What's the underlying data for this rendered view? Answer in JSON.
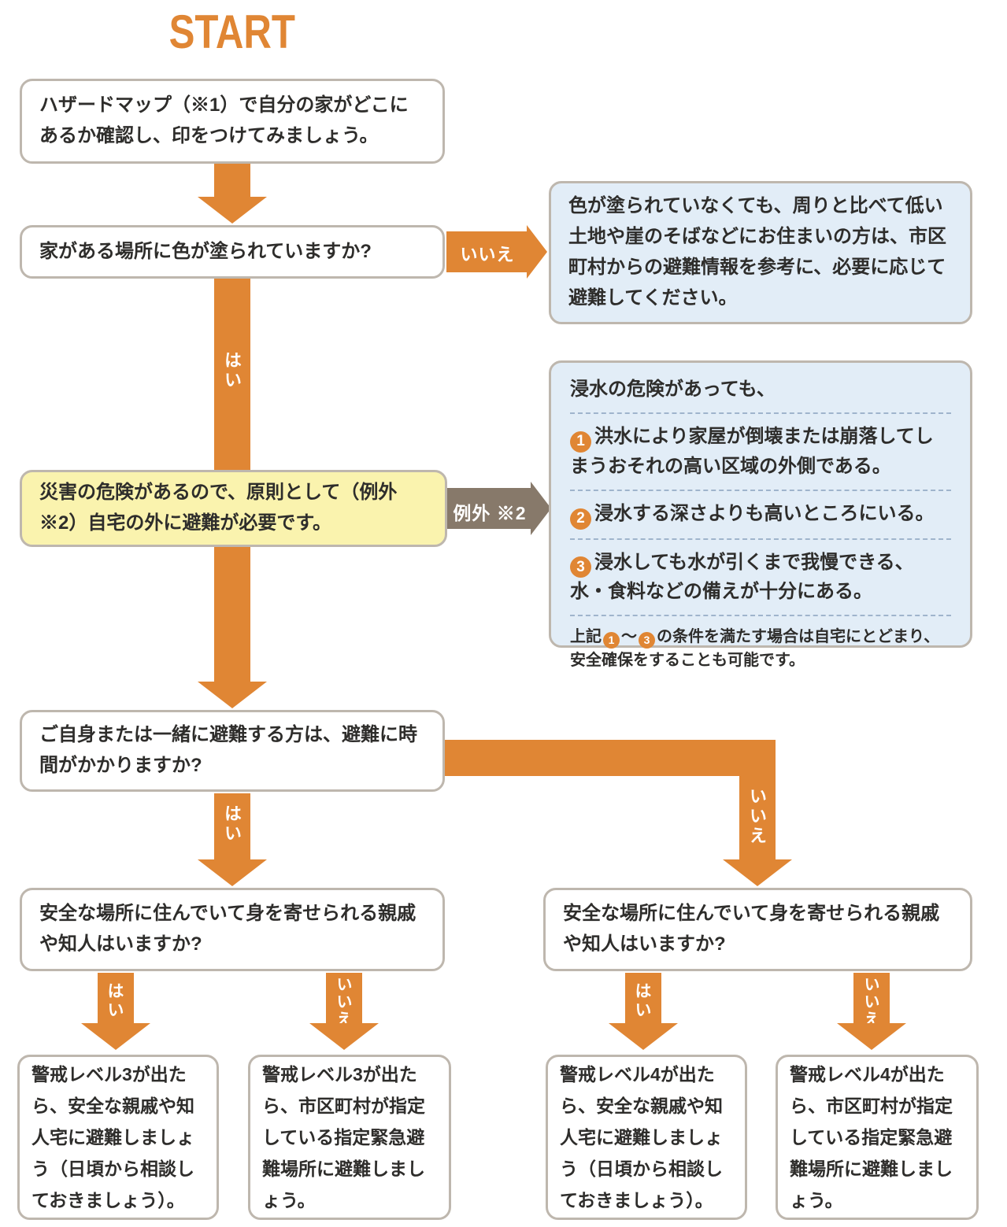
{
  "title": "START",
  "colors": {
    "arrow_orange": "#e08634",
    "exception_taupe": "#87796a",
    "info_blue_bg": "#e2edf7",
    "warning_yellow_bg": "#faf3ae",
    "box_border_gray": "#beb7ae",
    "text_dark": "#2e2d2b"
  },
  "connectors": {
    "yes": "はい",
    "no": "いいえ",
    "exception": "例外 ※2"
  },
  "nodes": {
    "step1": "ハザードマップ（※1）で自分の家がどこにあるか確認し、印をつけてみましょう。",
    "q_color": "家がある場所に色が塗られていますか?",
    "info_no_color": "色が塗られていなくても、周りと比べて低い土地や崖のそばなどにお住まいの方は、市区町村からの避難情報を参考に、必要に応じて避難してください。",
    "warning": "災害の危険があるので、原則として（例外※2）自宅の外に避難が必要です。",
    "q_time": "ご自身または一緒に避難する方は、避難に時間がかかりますか?",
    "q_relatives_left": "安全な場所に住んでいて身を寄せられる親戚や知人はいますか?",
    "q_relatives_right": "安全な場所に住んでいて身を寄せられる親戚や知人はいますか?"
  },
  "exception_box": {
    "intro": "浸水の危険があっても、",
    "items": [
      {
        "num": "1",
        "text": "洪水により家屋が倒壊または崩落してしまうおそれの高い区域の外側である。"
      },
      {
        "num": "2",
        "text": "浸水する深さよりも高いところにいる。"
      },
      {
        "num": "3",
        "text": "浸水しても水が引くまで我慢できる、水・食料などの備えが十分にある。"
      }
    ],
    "footnote": {
      "pre": "上記",
      "n1": "1",
      "mid": "～",
      "n3": "3",
      "post": "の条件を満たす場合は自宅にとどまり、安全確保をすることも可能です。"
    }
  },
  "results": [
    {
      "text": "警戒レベル3が出たら、安全な親戚や知人宅に避難しましょう（日頃から相談しておきましょう）。"
    },
    {
      "text": "警戒レベル3が出たら、市区町村が指定している指定緊急避難場所に避難しましょう。"
    },
    {
      "text": "警戒レベル4が出たら、安全な親戚や知人宅に避難しましょう（日頃から相談しておきましょう）。"
    },
    {
      "text": "警戒レベル4が出たら、市区町村が指定している指定緊急避難場所に避難しましょう。"
    }
  ]
}
